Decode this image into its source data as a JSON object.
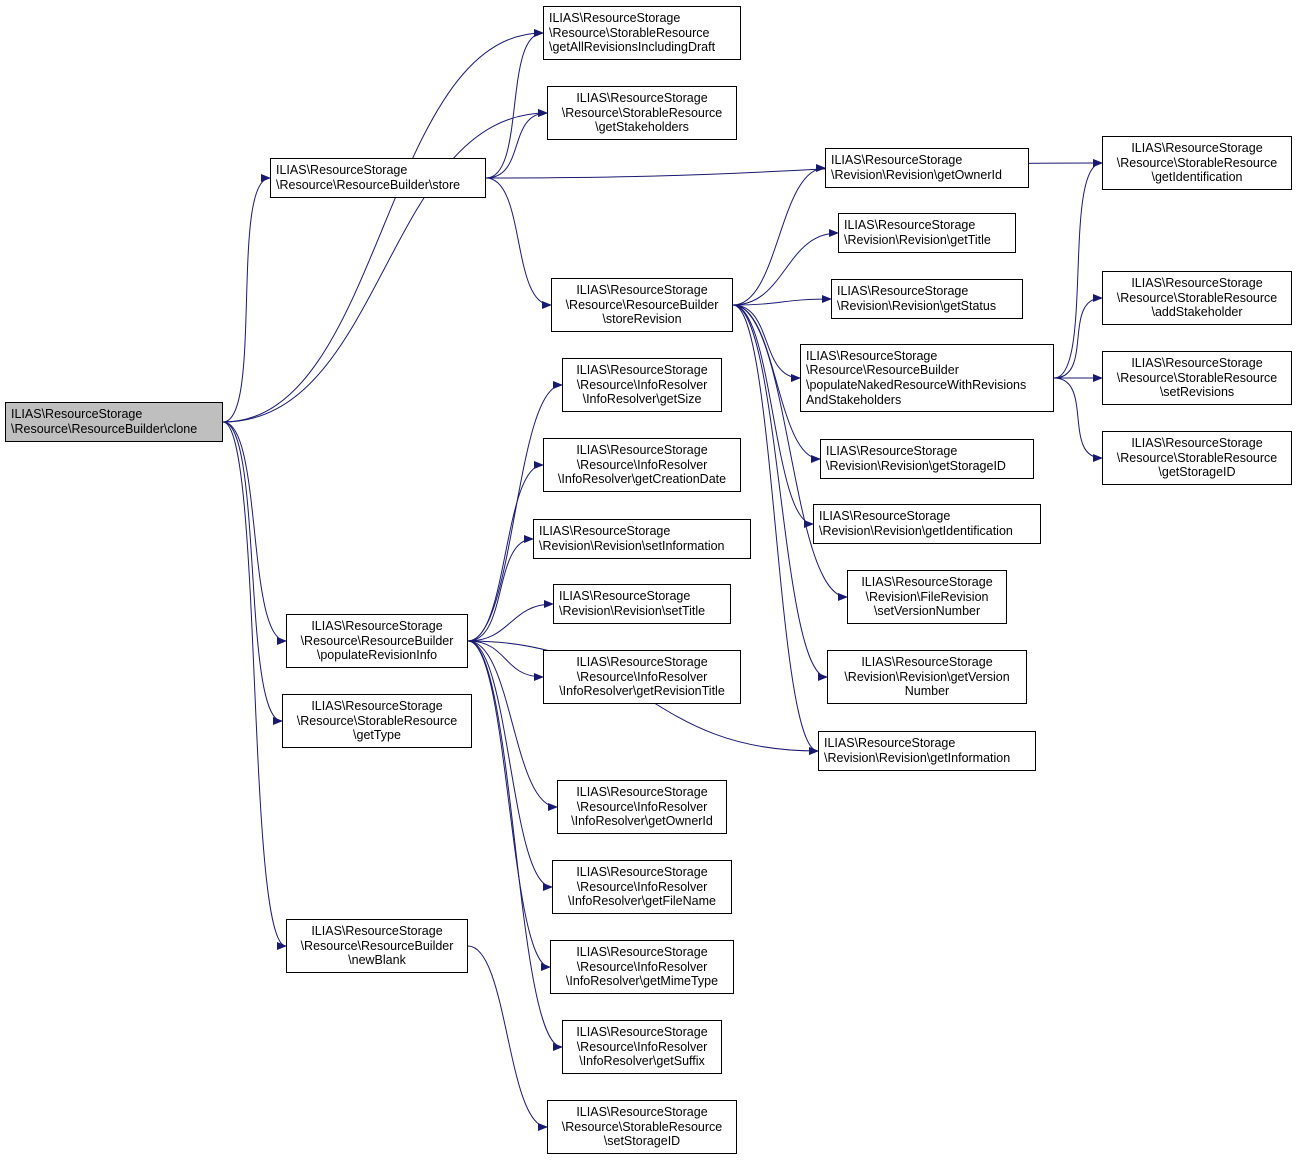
{
  "colors": {
    "edge": "#191970",
    "root_fill": "#bfbfbf",
    "node_border": "#000000"
  },
  "nodes": [
    {
      "id": "clone",
      "lines": [
        "ILIAS\\ResourceStorage",
        "\\Resource\\ResourceBuilder\\clone"
      ]
    },
    {
      "id": "store",
      "lines": [
        "ILIAS\\ResourceStorage",
        "\\Resource\\ResourceBuilder\\store"
      ]
    },
    {
      "id": "populateRevisionInfo",
      "lines": [
        "ILIAS\\ResourceStorage",
        "\\Resource\\ResourceBuilder",
        "\\populateRevisionInfo"
      ]
    },
    {
      "id": "getType",
      "lines": [
        "ILIAS\\ResourceStorage",
        "\\Resource\\StorableResource",
        "\\getType"
      ]
    },
    {
      "id": "newBlank",
      "lines": [
        "ILIAS\\ResourceStorage",
        "\\Resource\\ResourceBuilder",
        "\\newBlank"
      ]
    },
    {
      "id": "getAllRevisionsIncludingDraft",
      "lines": [
        "ILIAS\\ResourceStorage",
        "\\Resource\\StorableResource",
        "\\getAllRevisionsIncludingDraft"
      ]
    },
    {
      "id": "getStakeholders",
      "lines": [
        "ILIAS\\ResourceStorage",
        "\\Resource\\StorableResource",
        "\\getStakeholders"
      ]
    },
    {
      "id": "storeRevision",
      "lines": [
        "ILIAS\\ResourceStorage",
        "\\Resource\\ResourceBuilder",
        "\\storeRevision"
      ]
    },
    {
      "id": "ir_getSize",
      "lines": [
        "ILIAS\\ResourceStorage",
        "\\Resource\\InfoResolver",
        "\\InfoResolver\\getSize"
      ]
    },
    {
      "id": "ir_getCreationDate",
      "lines": [
        "ILIAS\\ResourceStorage",
        "\\Resource\\InfoResolver",
        "\\InfoResolver\\getCreationDate"
      ]
    },
    {
      "id": "rev_setInformation",
      "lines": [
        "ILIAS\\ResourceStorage",
        "\\Revision\\Revision\\setInformation"
      ]
    },
    {
      "id": "rev_setTitle",
      "lines": [
        "ILIAS\\ResourceStorage",
        "\\Revision\\Revision\\setTitle"
      ]
    },
    {
      "id": "ir_getRevisionTitle",
      "lines": [
        "ILIAS\\ResourceStorage",
        "\\Resource\\InfoResolver",
        "\\InfoResolver\\getRevisionTitle"
      ]
    },
    {
      "id": "ir_getOwnerId",
      "lines": [
        "ILIAS\\ResourceStorage",
        "\\Resource\\InfoResolver",
        "\\InfoResolver\\getOwnerId"
      ]
    },
    {
      "id": "ir_getFileName",
      "lines": [
        "ILIAS\\ResourceStorage",
        "\\Resource\\InfoResolver",
        "\\InfoResolver\\getFileName"
      ]
    },
    {
      "id": "ir_getMimeType",
      "lines": [
        "ILIAS\\ResourceStorage",
        "\\Resource\\InfoResolver",
        "\\InfoResolver\\getMimeType"
      ]
    },
    {
      "id": "ir_getSuffix",
      "lines": [
        "ILIAS\\ResourceStorage",
        "\\Resource\\InfoResolver",
        "\\InfoResolver\\getSuffix"
      ]
    },
    {
      "id": "sr_setStorageID",
      "lines": [
        "ILIAS\\ResourceStorage",
        "\\Resource\\StorableResource",
        "\\setStorageID"
      ]
    },
    {
      "id": "rev_getOwnerId",
      "lines": [
        "ILIAS\\ResourceStorage",
        "\\Revision\\Revision\\getOwnerId"
      ]
    },
    {
      "id": "rev_getTitle",
      "lines": [
        "ILIAS\\ResourceStorage",
        "\\Revision\\Revision\\getTitle"
      ]
    },
    {
      "id": "rev_getStatus",
      "lines": [
        "ILIAS\\ResourceStorage",
        "\\Revision\\Revision\\getStatus"
      ]
    },
    {
      "id": "populateNaked",
      "lines": [
        "ILIAS\\ResourceStorage",
        "\\Resource\\ResourceBuilder",
        "\\populateNakedResourceWithRevisions",
        "AndStakeholders"
      ]
    },
    {
      "id": "rev_getStorageID",
      "lines": [
        "ILIAS\\ResourceStorage",
        "\\Revision\\Revision\\getStorageID"
      ]
    },
    {
      "id": "rev_getIdentification",
      "lines": [
        "ILIAS\\ResourceStorage",
        "\\Revision\\Revision\\getIdentification"
      ]
    },
    {
      "id": "fr_setVersionNumber",
      "lines": [
        "ILIAS\\ResourceStorage",
        "\\Revision\\FileRevision",
        "\\setVersionNumber"
      ]
    },
    {
      "id": "rev_getVersionNumber",
      "lines": [
        "ILIAS\\ResourceStorage",
        "\\Revision\\Revision\\getVersion",
        "Number"
      ]
    },
    {
      "id": "rev_getInformation",
      "lines": [
        "ILIAS\\ResourceStorage",
        "\\Revision\\Revision\\getInformation"
      ]
    },
    {
      "id": "sr_getIdentification",
      "lines": [
        "ILIAS\\ResourceStorage",
        "\\Resource\\StorableResource",
        "\\getIdentification"
      ]
    },
    {
      "id": "sr_addStakeholder",
      "lines": [
        "ILIAS\\ResourceStorage",
        "\\Resource\\StorableResource",
        "\\addStakeholder"
      ]
    },
    {
      "id": "sr_setRevisions",
      "lines": [
        "ILIAS\\ResourceStorage",
        "\\Resource\\StorableResource",
        "\\setRevisions"
      ]
    },
    {
      "id": "sr_getStorageID",
      "lines": [
        "ILIAS\\ResourceStorage",
        "\\Resource\\StorableResource",
        "\\getStorageID"
      ]
    }
  ],
  "edges": [
    [
      "clone",
      "store"
    ],
    [
      "clone",
      "getAllRevisionsIncludingDraft"
    ],
    [
      "clone",
      "getStakeholders"
    ],
    [
      "clone",
      "populateRevisionInfo"
    ],
    [
      "clone",
      "getType"
    ],
    [
      "clone",
      "newBlank"
    ],
    [
      "store",
      "getAllRevisionsIncludingDraft"
    ],
    [
      "store",
      "getStakeholders"
    ],
    [
      "store",
      "sr_getIdentification"
    ],
    [
      "store",
      "storeRevision"
    ],
    [
      "storeRevision",
      "rev_getOwnerId"
    ],
    [
      "storeRevision",
      "rev_getTitle"
    ],
    [
      "storeRevision",
      "rev_getStatus"
    ],
    [
      "storeRevision",
      "populateNaked"
    ],
    [
      "storeRevision",
      "rev_getStorageID"
    ],
    [
      "storeRevision",
      "rev_getIdentification"
    ],
    [
      "storeRevision",
      "fr_setVersionNumber"
    ],
    [
      "storeRevision",
      "rev_getVersionNumber"
    ],
    [
      "storeRevision",
      "rev_getInformation"
    ],
    [
      "populateNaked",
      "sr_getIdentification"
    ],
    [
      "populateNaked",
      "sr_addStakeholder"
    ],
    [
      "populateNaked",
      "sr_setRevisions"
    ],
    [
      "populateNaked",
      "sr_getStorageID"
    ],
    [
      "populateRevisionInfo",
      "ir_getSize"
    ],
    [
      "populateRevisionInfo",
      "ir_getCreationDate"
    ],
    [
      "populateRevisionInfo",
      "rev_setInformation"
    ],
    [
      "populateRevisionInfo",
      "rev_setTitle"
    ],
    [
      "populateRevisionInfo",
      "ir_getRevisionTitle"
    ],
    [
      "populateRevisionInfo",
      "rev_getInformation"
    ],
    [
      "populateRevisionInfo",
      "ir_getOwnerId"
    ],
    [
      "populateRevisionInfo",
      "ir_getFileName"
    ],
    [
      "populateRevisionInfo",
      "ir_getMimeType"
    ],
    [
      "populateRevisionInfo",
      "ir_getSuffix"
    ],
    [
      "newBlank",
      "sr_setStorageID"
    ]
  ]
}
